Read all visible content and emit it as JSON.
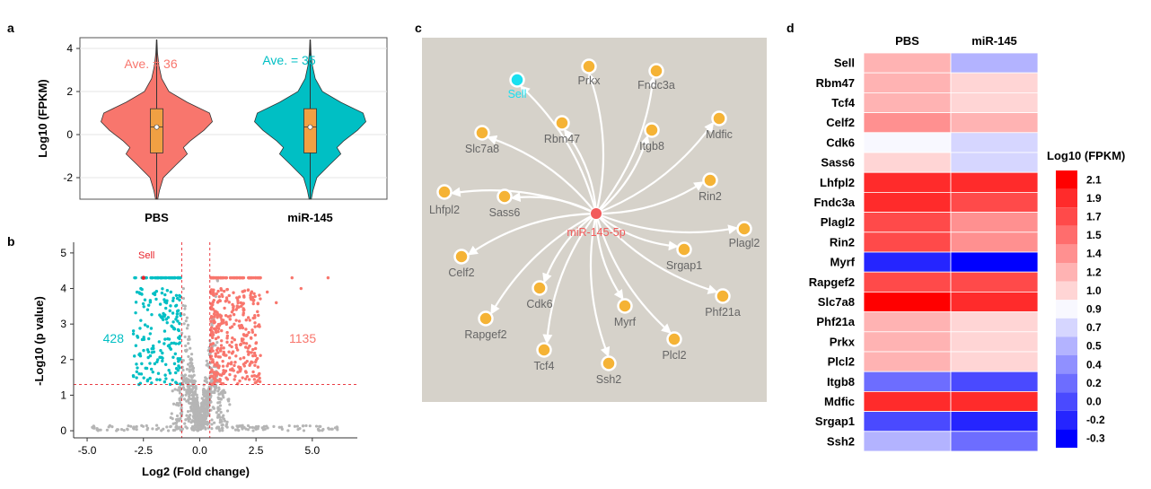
{
  "chart_data": [
    {
      "panel": "a",
      "type": "violin",
      "ylabel": "Log10 (FPKM)",
      "ylim": [
        -3,
        4.5
      ],
      "yticks": [
        4,
        2,
        0,
        -2
      ],
      "categories": [
        "PBS",
        "miR-145"
      ],
      "series": [
        {
          "name": "PBS",
          "color": "#f8766d",
          "annotation": "Ave. = 36",
          "box": {
            "min": -3.0,
            "q1": -0.85,
            "median": 0.35,
            "q3": 1.2,
            "max": 4.4
          }
        },
        {
          "name": "miR-145",
          "color": "#00bfc4",
          "annotation": "Ave. = 35",
          "box": {
            "min": -3.0,
            "q1": -0.85,
            "median": 0.35,
            "q3": 1.2,
            "max": 4.3
          }
        }
      ],
      "box_color": "#f0a043",
      "grid": true
    },
    {
      "panel": "b",
      "type": "scatter",
      "xlabel": "Log2 (Fold change)",
      "ylabel": "-Log10 (p value)",
      "xlim": [
        -5.6,
        7
      ],
      "ylim": [
        -0.2,
        5.3
      ],
      "xticks": [
        -5.0,
        -2.5,
        0.0,
        2.5,
        5.0
      ],
      "yticks": [
        0,
        1,
        2,
        3,
        4,
        5
      ],
      "thresholds": {
        "x": [
          -0.8,
          0.45
        ],
        "y": 1.3
      },
      "counts": {
        "down": "428",
        "up": "1135"
      },
      "colors": {
        "down": "#00bfc4",
        "up": "#f8766d",
        "ns": "#b5b5b5"
      },
      "highlight": "Sell",
      "grid": false
    },
    {
      "panel": "c",
      "type": "network",
      "center": "miR-145-5p",
      "targets": [
        "Sell",
        "Prkx",
        "Fndc3a",
        "Rbm47",
        "Mdfic",
        "Itgb8",
        "Slc7a8",
        "Rin2",
        "Lhfpl2",
        "Sass6",
        "Plagl2",
        "Srgap1",
        "Celf2",
        "Cdk6",
        "Phf21a",
        "Myrf",
        "Rapgef2",
        "Plcl2",
        "Tcf4",
        "Ssh2"
      ],
      "highlight": "Sell",
      "colors": {
        "center": "#f25b5b",
        "node": "#f5b335",
        "highlight": "#19e0f0",
        "background": "#d6d2ca"
      }
    },
    {
      "panel": "d",
      "type": "heatmap",
      "columns": [
        "PBS",
        "miR-145"
      ],
      "rows": [
        "Sell",
        "Rbm47",
        "Tcf4",
        "Celf2",
        "Cdk6",
        "Sass6",
        "Lhfpl2",
        "Fndc3a",
        "Plagl2",
        "Rin2",
        "Myrf",
        "Rapgef2",
        "Slc7a8",
        "Phf21a",
        "Prkx",
        "Plcl2",
        "Itgb8",
        "Mdfic",
        "Srgap1",
        "Ssh2"
      ],
      "values": [
        [
          1.1,
          0.55
        ],
        [
          1.25,
          1.05
        ],
        [
          1.25,
          1.05
        ],
        [
          1.35,
          1.2
        ],
        [
          0.9,
          0.72
        ],
        [
          1.05,
          0.72
        ],
        [
          1.95,
          1.85
        ],
        [
          1.8,
          1.65
        ],
        [
          1.7,
          1.35
        ],
        [
          1.6,
          1.3
        ],
        [
          -0.15,
          -0.3
        ],
        [
          1.75,
          1.65
        ],
        [
          2.1,
          1.95
        ],
        [
          1.25,
          1.05
        ],
        [
          1.25,
          1.05
        ],
        [
          1.25,
          1.05
        ],
        [
          0.3,
          0.05
        ],
        [
          1.95,
          1.85
        ],
        [
          -0.1,
          -0.25
        ],
        [
          0.55,
          0.3
        ]
      ],
      "legend_title": "Log10 (FPKM)",
      "legend_ticks": [
        "2.1",
        "1.9",
        "1.7",
        "1.5",
        "1.4",
        "1.2",
        "1.0",
        "0.9",
        "0.7",
        "0.5",
        "0.4",
        "0.2",
        "0.0",
        "-0.2",
        "-0.3"
      ],
      "legend_colors": [
        "#ff0000",
        "#ff2b2b",
        "#ff4a4a",
        "#ff6d6d",
        "#ff9090",
        "#ffb3b3",
        "#ffd5d5",
        "#f8f8ff",
        "#d6d6ff",
        "#b3b3ff",
        "#9090ff",
        "#6d6dff",
        "#4a4aff",
        "#2525ff",
        "#0000ff"
      ]
    }
  ],
  "panel_labels": [
    "a",
    "b",
    "c",
    "d"
  ]
}
